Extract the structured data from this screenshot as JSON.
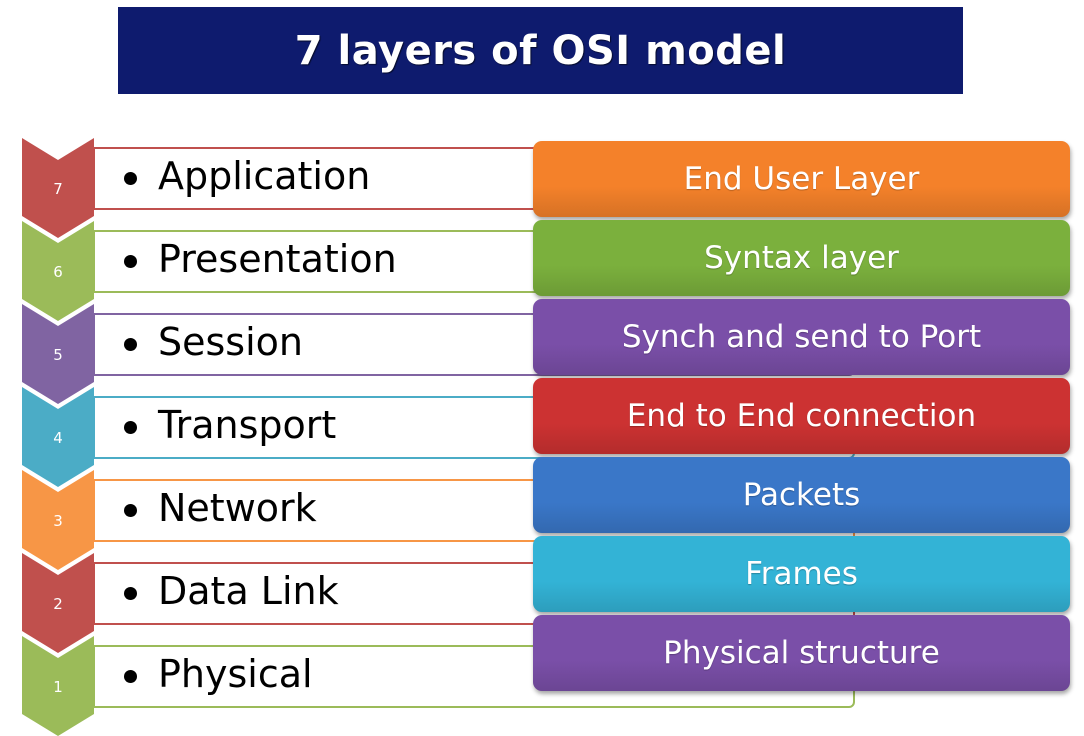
{
  "title": "7 layers of OSI model",
  "layers": [
    {
      "number": "7",
      "name": "Application",
      "description": "End User Layer",
      "arrow_color": "#c0504d",
      "border_color": "#c0504d",
      "desc_color": "#f4812a"
    },
    {
      "number": "6",
      "name": "Presentation",
      "description": "Syntax layer",
      "arrow_color": "#9bbb59",
      "border_color": "#9bbb59",
      "desc_color": "#7bb03d"
    },
    {
      "number": "5",
      "name": "Session",
      "description": "Synch and send to Port",
      "arrow_color": "#8064a2",
      "border_color": "#8064a2",
      "desc_color": "#7a4fa8"
    },
    {
      "number": "4",
      "name": "Transport",
      "description": "End to End connection",
      "arrow_color": "#4bacc6",
      "border_color": "#4bacc6",
      "desc_color": "#cc3232"
    },
    {
      "number": "3",
      "name": "Network",
      "description": "Packets",
      "arrow_color": "#f79646",
      "border_color": "#f79646",
      "desc_color": "#3a77c8"
    },
    {
      "number": "2",
      "name": "Data Link",
      "description": "Frames",
      "arrow_color": "#c0504d",
      "border_color": "#c0504d",
      "desc_color": "#33b3d6"
    },
    {
      "number": "1",
      "name": "Physical",
      "description": "Physical structure",
      "arrow_color": "#9bbb59",
      "border_color": "#9bbb59",
      "desc_color": "#7a4fa8"
    }
  ]
}
